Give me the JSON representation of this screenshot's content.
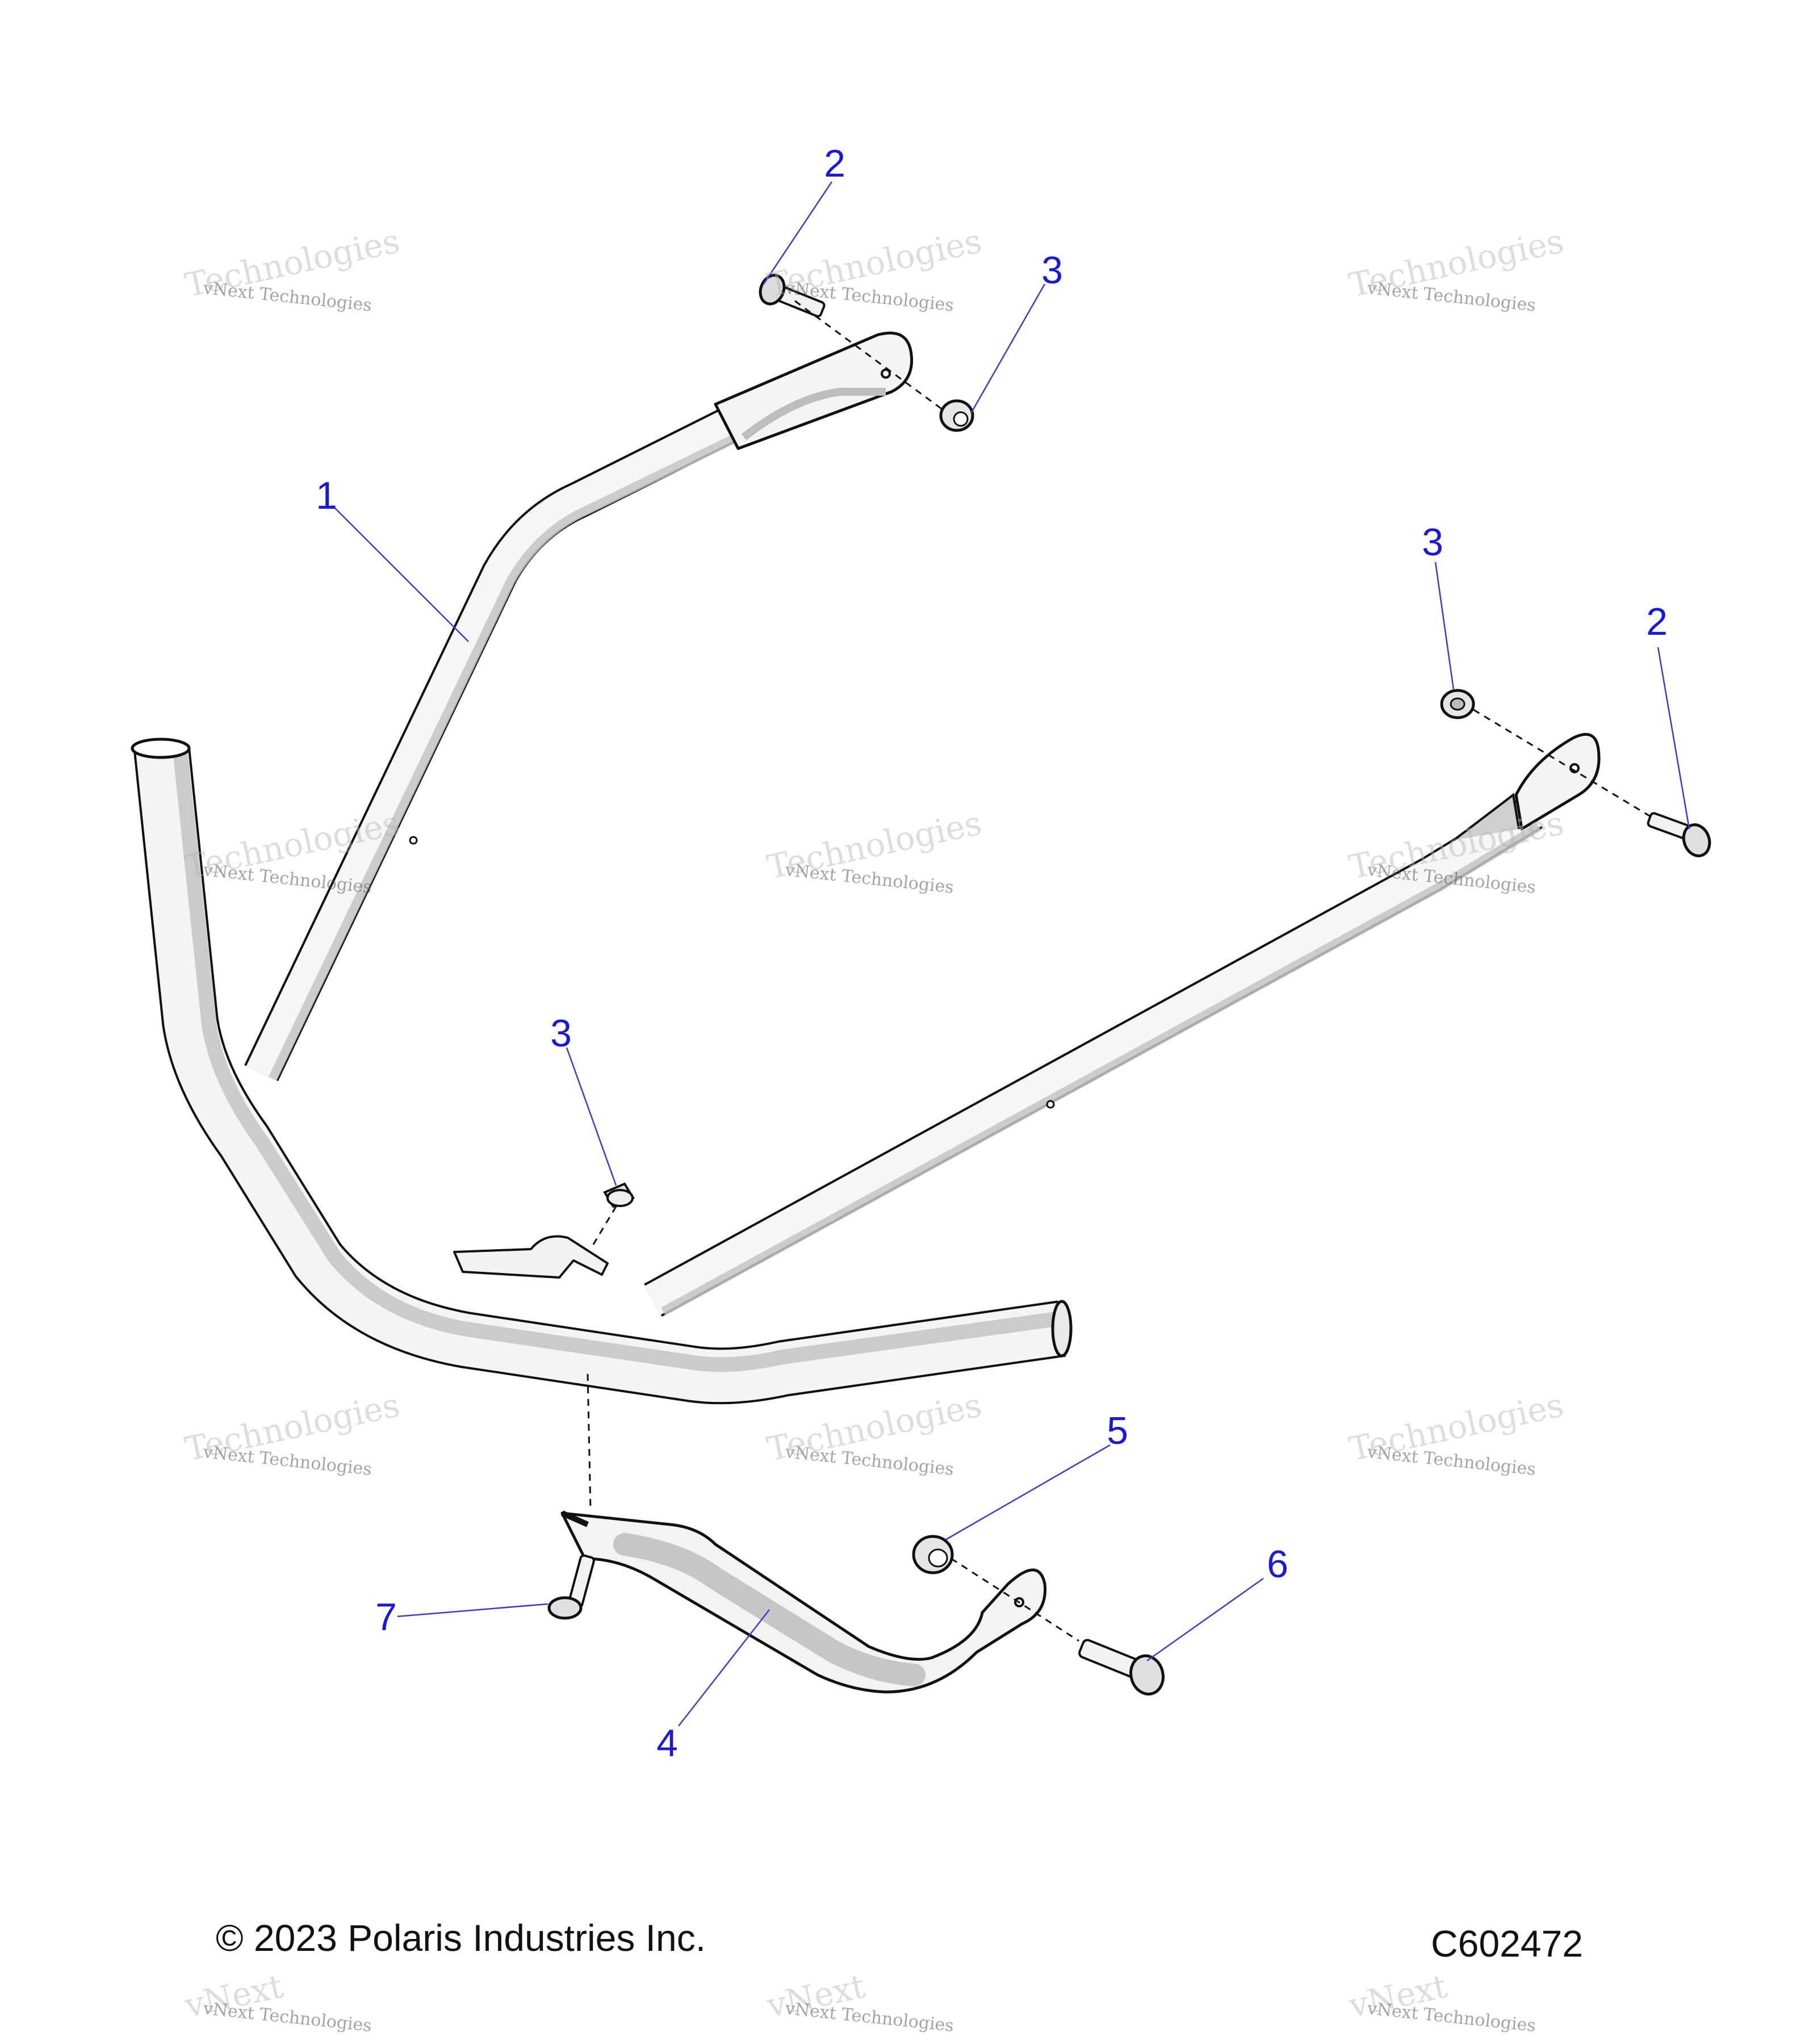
{
  "callouts": {
    "c1": "1",
    "c2_top": "2",
    "c3_top": "3",
    "c3_right": "3",
    "c2_right": "2",
    "c3_mid": "3",
    "c5": "5",
    "c6": "6",
    "c7": "7",
    "c4": "4"
  },
  "footer": {
    "copyright": "© 2023 Polaris Industries Inc.",
    "code": "C602472"
  },
  "watermark": {
    "line1": "vNext Technologies",
    "line2": "Technologies",
    "line3": "vNext"
  },
  "colors": {
    "callout": "#1a1ad6",
    "leader": "#3a3ad0",
    "outline": "#111111",
    "shade": "#c8c8c8"
  }
}
